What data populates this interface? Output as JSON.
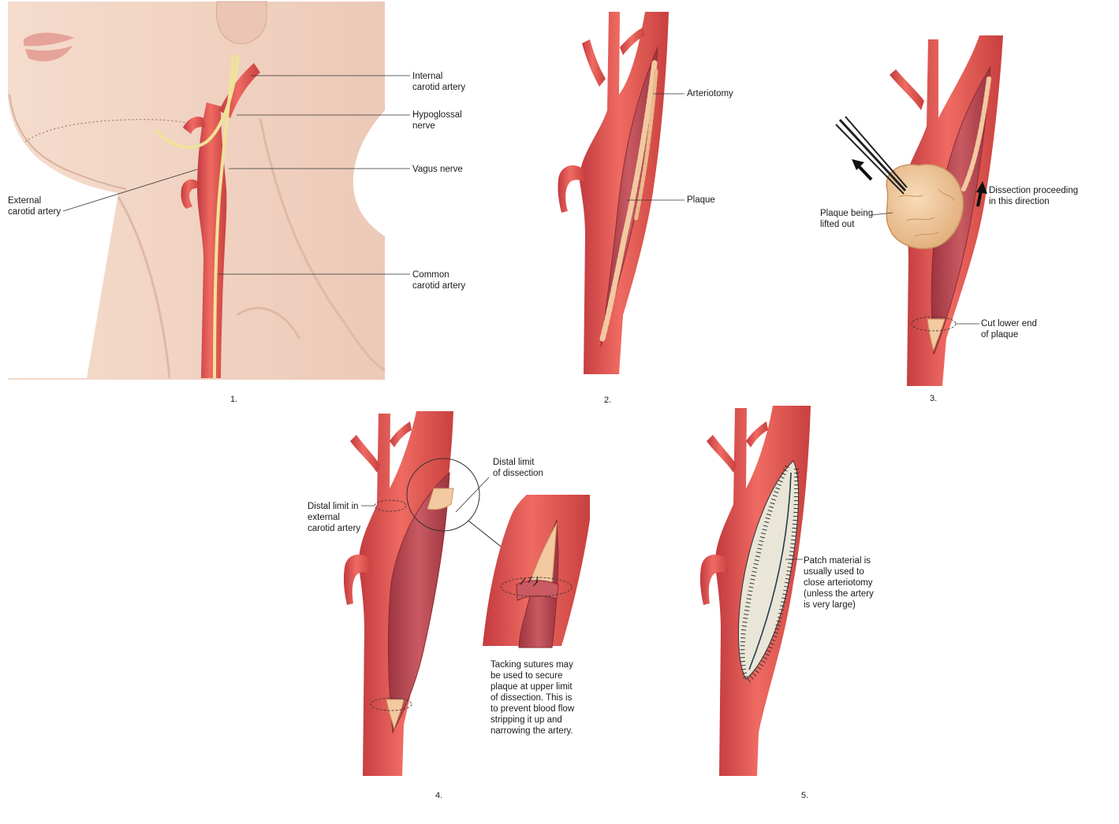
{
  "panel1": {
    "number": "1.",
    "labels": {
      "internal_carotid": "Internal\ncarotid artery",
      "hypoglossal": "Hypoglossal\nnerve",
      "vagus": "Vagus nerve",
      "external_carotid": "External\ncarotid artery",
      "common_carotid": "Common\ncarotid artery"
    }
  },
  "panel2": {
    "number": "2.",
    "labels": {
      "arteriotomy": "Arteriotomy",
      "plaque": "Plaque"
    }
  },
  "panel3": {
    "number": "3.",
    "labels": {
      "dissection_direction": "Dissection proceeding\nin this direction",
      "plaque_lifted": "Plaque being\nlifted out",
      "cut_lower_end": "Cut lower end\nof plaque"
    }
  },
  "panel4": {
    "number": "4.",
    "labels": {
      "distal_limit_external": "Distal limit in\nexternal\ncarotid artery",
      "distal_limit_dissection": "Distal limit\nof dissection",
      "tacking_sutures": "Tacking sutures may\nbe used to secure\nplaque at upper limit\nof dissection. This is\nto prevent blood flow\nstripping it up and\nnarrowing the artery."
    }
  },
  "panel5": {
    "number": "5.",
    "labels": {
      "patch_material": "Patch material is\nusually used to\nclose arteriotomy\n(unless the artery\nis very large)"
    }
  },
  "colors": {
    "artery": "#e2554f",
    "artery_dark": "#b8343a",
    "artery_highlight": "#f08a82",
    "lumen": "#b9454f",
    "plaque": "#f2c9a0",
    "plaque_dark": "#d9a877",
    "nerve": "#efe39a",
    "skin": "#f2d8ca",
    "skin_shadow": "#e2bfae",
    "patch": "#e9e6d8",
    "leader": "#333333"
  }
}
